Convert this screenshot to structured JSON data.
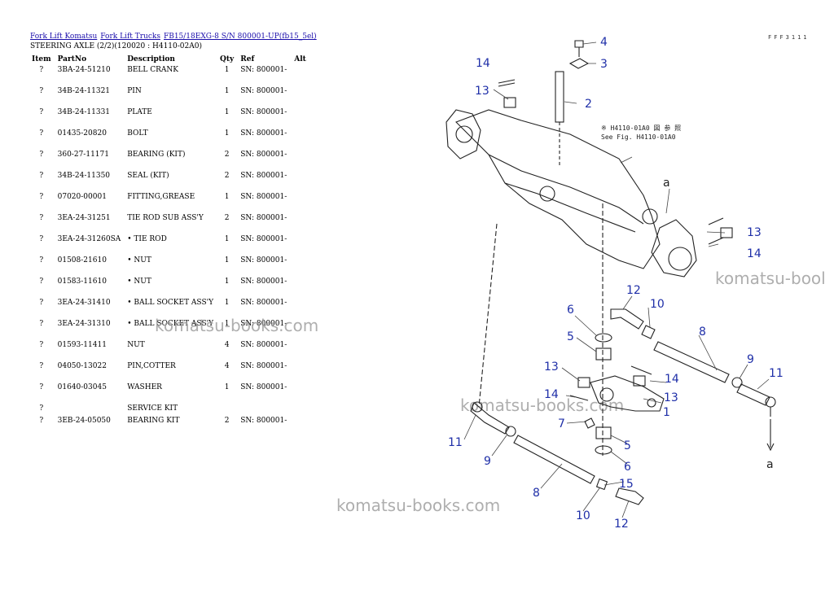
{
  "breadcrumb": {
    "links": [
      "Fork Lift Komatsu",
      "Fork Lift Trucks",
      "FB15/18EXG-8 S/N 800001-UP(fb15_5el)"
    ]
  },
  "page_title": "STEERING AXLE (2/2)(120020 : H4110-02A0)",
  "table": {
    "headers": {
      "item": "Item",
      "part": "PartNo",
      "desc": "Description",
      "qty": "Qty",
      "ref": "Ref",
      "alt": "Alt"
    },
    "rows": [
      {
        "item": "?",
        "part": "3BA-24-51210",
        "desc": "BELL CRANK",
        "qty": "1",
        "ref": "SN: 800001-"
      },
      {
        "item": "?",
        "part": "34B-24-11321",
        "desc": "PIN",
        "qty": "1",
        "ref": "SN: 800001-"
      },
      {
        "item": "?",
        "part": "34B-24-11331",
        "desc": "PLATE",
        "qty": "1",
        "ref": "SN: 800001-"
      },
      {
        "item": "?",
        "part": "01435-20820",
        "desc": "BOLT",
        "qty": "1",
        "ref": "SN: 800001-"
      },
      {
        "item": "?",
        "part": "360-27-11171",
        "desc": "BEARING (KIT)",
        "qty": "2",
        "ref": "SN: 800001-"
      },
      {
        "item": "?",
        "part": "34B-24-11350",
        "desc": "SEAL (KIT)",
        "qty": "2",
        "ref": "SN: 800001-"
      },
      {
        "item": "?",
        "part": "07020-00001",
        "desc": "FITTING,GREASE",
        "qty": "1",
        "ref": "SN: 800001-"
      },
      {
        "item": "?",
        "part": "3EA-24-31251",
        "desc": "TIE ROD SUB ASS'Y",
        "qty": "2",
        "ref": "SN: 800001-"
      },
      {
        "item": "?",
        "part": "3EA-24-31260SA",
        "desc": "• TIE ROD",
        "qty": "1",
        "ref": "SN: 800001-"
      },
      {
        "item": "?",
        "part": "01508-21610",
        "desc": "• NUT",
        "qty": "1",
        "ref": "SN: 800001-"
      },
      {
        "item": "?",
        "part": "01583-11610",
        "desc": "• NUT",
        "qty": "1",
        "ref": "SN: 800001-"
      },
      {
        "item": "?",
        "part": "3EA-24-31410",
        "desc": "• BALL SOCKET ASS'Y",
        "qty": "1",
        "ref": "SN: 800001-"
      },
      {
        "item": "?",
        "part": "3EA-24-31310",
        "desc": "• BALL SOCKET ASS'Y",
        "qty": "1",
        "ref": "SN: 800001-"
      },
      {
        "item": "?",
        "part": "01593-11411",
        "desc": "NUT",
        "qty": "4",
        "ref": "SN: 800001-"
      },
      {
        "item": "?",
        "part": "04050-13022",
        "desc": "PIN,COTTER",
        "qty": "4",
        "ref": "SN: 800001-"
      },
      {
        "item": "?",
        "part": "01640-03045",
        "desc": "WASHER",
        "qty": "1",
        "ref": "SN: 800001-"
      },
      {
        "item": "?",
        "part": "",
        "desc": "SERVICE KIT",
        "qty": "",
        "ref": ""
      },
      {
        "item": "?",
        "part": "3EB-24-05050",
        "desc": "BEARING KIT",
        "qty": "2",
        "ref": "SN: 800001-"
      }
    ]
  },
  "watermarks": [
    "komatsu-books.com",
    "komatsu-books.com",
    "komatsu-books.com",
    "komatsu-bool"
  ],
  "diagram": {
    "corner_code": "FFF3111",
    "note_line1": "※ H4110-01A0 図 参 照",
    "note_line2": "See Fig. H4110-01A0",
    "callouts": [
      "4",
      "3",
      "14",
      "13",
      "2",
      "13",
      "14",
      "12",
      "10",
      "6",
      "8",
      "5",
      "13",
      "14",
      "9",
      "11",
      "13",
      "14",
      "7",
      "1",
      "11",
      "9",
      "5",
      "6",
      "8",
      "15",
      "10",
      "12"
    ],
    "marker_a": "a",
    "line_color": "#222222",
    "callout_color": "#1f2fa8"
  }
}
